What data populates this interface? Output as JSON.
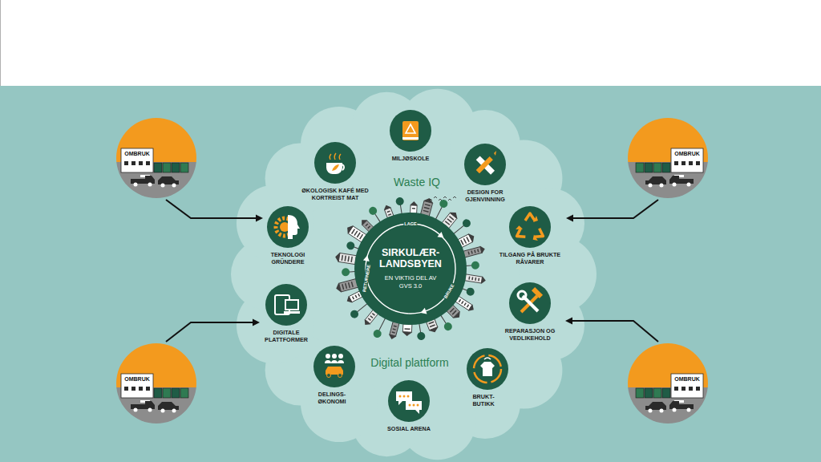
{
  "diagram": {
    "nodes": [
      {
        "text": [
          "OMBRUK"
        ]
      },
      {
        "text": [
          "MILJØSKOLE"
        ]
      },
      {
        "text": [
          "ØKOLOGISK KAFÉ MED KORTREIST MAT"
        ]
      },
      {
        "text": [
          "DESIGN FOR GJENVINNING"
        ]
      },
      {
        "text": [
          "OMBRUK"
        ]
      },
      {
        "text": [
          "TEKNOLOGI GRÜNDERE"
        ]
      },
      {
        "text": [
          "SIRKULÆR- LANDSBYEN",
          "EN VIKTIG DEL AV GVS 3.0"
        ]
      },
      {
        "text": [
          "TILGANG PÅ BRUKTE RÅVARER"
        ]
      },
      {
        "text": [
          "DIGITALE PLATTFORMER"
        ]
      },
      {
        "text": [
          "REPARASJON OG VEDLIKEHOLD"
        ]
      },
      {
        "text": [
          "OMBRUK"
        ]
      },
      {
        "text": [
          "DELINGS- ØKONOMI"
        ]
      },
      {
        "text": [
          "BRUKT- BUTIKK"
        ]
      },
      {
        "text": [
          "OMBRUK"
        ]
      },
      {
        "text": [
          "SOSIAL ARENA"
        ]
      }
    ],
    "edges": [
      {
        "from": 0,
        "to": 5,
        "arrow": "to"
      },
      {
        "from": 4,
        "to": 7,
        "arrow": "to"
      },
      {
        "from": 10,
        "to": 8,
        "arrow": "to"
      },
      {
        "from": 13,
        "to": 9,
        "arrow": "to"
      }
    ],
    "labels": [
      "Waste IQ",
      "Digital plattform",
      "LAGE",
      "BRUKE",
      "RETURNERE"
    ]
  }
}
